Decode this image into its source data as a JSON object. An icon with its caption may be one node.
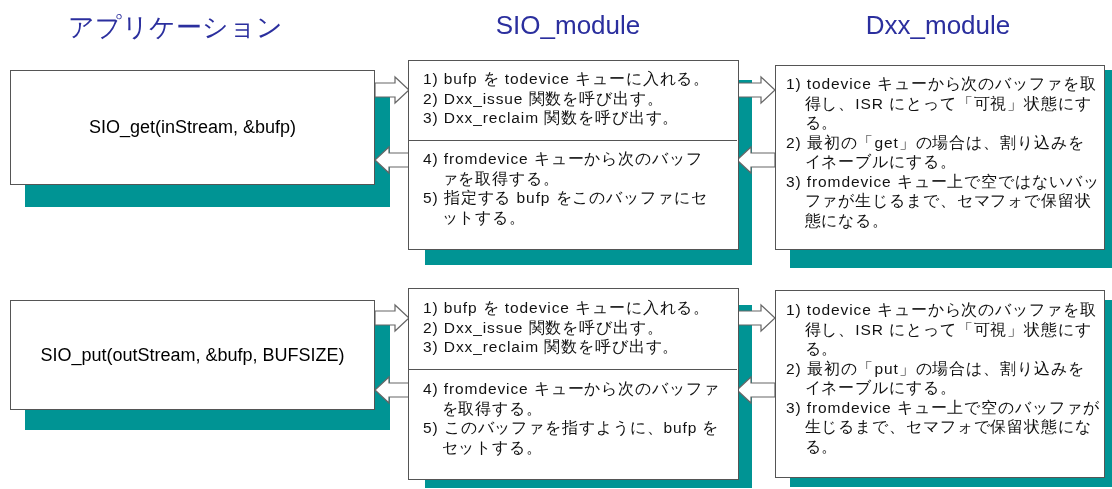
{
  "diagram": {
    "nodes": [
      {
        "text": [
          "SIO_get(inStream, &bufp)"
        ]
      },
      {
        "text": [],
        "shape": "box"
      },
      {
        "text": [
          "1) bufp を todevice キューに入れる。",
          "2) Dxx_issue 関数を呼び出す。",
          "3) Dxx_reclaim 関数を呼び出す。"
        ],
        "in": 1
      },
      {
        "text": [
          "4) fromdevice キューから次のバッファを取得する。",
          "5) 指定する bufp をこのバッファにセットする。"
        ],
        "in": 1
      },
      {
        "text": [
          "1) todevice キューから次のバッファを取得し、ISR にとって「可視」状態にする。",
          "2) 最初の「get」の場合は、割り込みをイネーブルにする。",
          "3) fromdevice キュー上で空ではないバッファが生じるまで、セマフォで保留状態になる。"
        ]
      },
      {
        "text": [
          "SIO_put(outStream, &bufp, BUFSIZE)"
        ]
      },
      {
        "text": [],
        "shape": "box"
      },
      {
        "text": [
          "1) bufp を todevice キューに入れる。",
          "2) Dxx_issue 関数を呼び出す。",
          "3) Dxx_reclaim 関数を呼び出す。"
        ],
        "in": 6
      },
      {
        "text": [
          "4) fromdevice キューから次のバッファを取得する。",
          "5) このバッファを指すように、bufp をセットする。"
        ],
        "in": 6
      },
      {
        "text": [
          "1) todevice キューから次のバッファを取得し、ISR にとって「可視」状態にする。",
          "2) 最初の「put」の場合は、割り込みをイネーブルにする。",
          "3) fromdevice キュー上で空のバッファが生じるまで、セマフォで保留状態になる。"
        ]
      }
    ],
    "edges": [
      {
        "from": 0,
        "to": 2,
        "arrow": "to"
      },
      {
        "from": 3,
        "to": 0,
        "arrow": "to"
      },
      {
        "from": 2,
        "to": 4,
        "arrow": "to"
      },
      {
        "from": 4,
        "to": 3,
        "arrow": "to"
      },
      {
        "from": 5,
        "to": 7,
        "arrow": "to"
      },
      {
        "from": 8,
        "to": 5,
        "arrow": "to"
      },
      {
        "from": 7,
        "to": 9,
        "arrow": "to"
      },
      {
        "from": 9,
        "to": 8,
        "arrow": "to"
      }
    ],
    "labels": [
      "アプリケーション",
      "SIO_module",
      "Dxx_module"
    ]
  }
}
